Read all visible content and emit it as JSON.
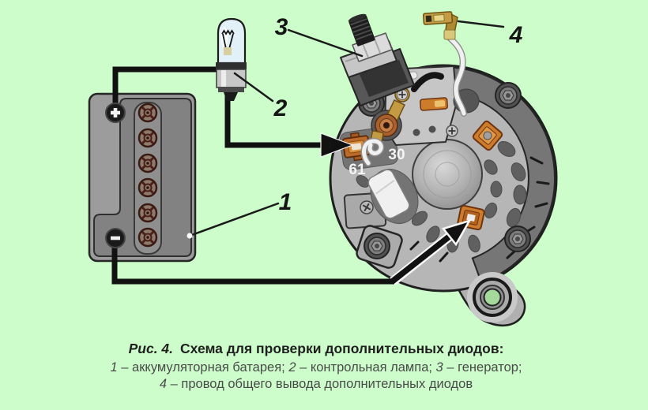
{
  "colors": {
    "bg": "#ccfdca",
    "wire": "#111111",
    "callout": "#151515",
    "orange": "#cd7c2c",
    "body-gray": "#b6b6b6",
    "band-gray": "#767676",
    "battery-gray": "#9c9c9c",
    "white-part": "#f1f1f1",
    "brass": "#c49a42",
    "copper": "#a8602e",
    "green-hole": "#a5d99c",
    "title": "#1f1f1f",
    "legend": "#4a4a4a",
    "terminal-label": "#f5f5f5"
  },
  "callouts": {
    "battery": "1",
    "lamp": "2",
    "generator": "3",
    "diode_wire": "4"
  },
  "terminals": {
    "t61": "61",
    "t30": "30"
  },
  "caption": {
    "title_prefix": "Рис. 4.",
    "title_rest": "Схема для проверки дополнительных диодов:",
    "legend_lines": [
      [
        {
          "t": "1",
          "i": true
        },
        {
          "t": " – аккумуляторная батарея; "
        },
        {
          "t": "2",
          "i": true
        },
        {
          "t": " – контрольная лампа; "
        },
        {
          "t": "3",
          "i": true
        },
        {
          "t": " – генератор;"
        }
      ],
      [
        {
          "t": "4",
          "i": true
        },
        {
          "t": " – провод общего вывода дополнительных диодов"
        }
      ]
    ]
  }
}
